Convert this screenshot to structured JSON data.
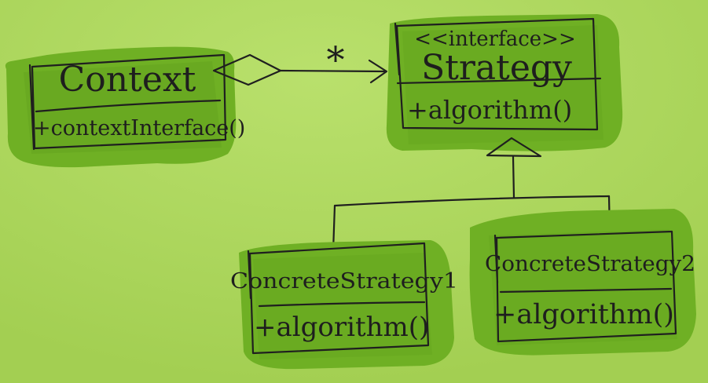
{
  "diagram": {
    "context": {
      "name": "Context",
      "method": "+contextInterface()"
    },
    "strategy": {
      "stereotype": "<<interface>>",
      "name": "Strategy",
      "method": "+algorithm()"
    },
    "concrete1": {
      "name": "ConcreteStrategy1",
      "method": "+algorithm()"
    },
    "concrete2": {
      "name": "ConcreteStrategy2",
      "method": "+algorithm()"
    },
    "association": {
      "multiplicity": "*"
    }
  },
  "colors": {
    "background": "#a9d55a",
    "background_light": "#b8df6a",
    "box_fill": "#6fb024",
    "box_fill_dark": "#5f9e1c",
    "ink": "#1f1f1f"
  }
}
